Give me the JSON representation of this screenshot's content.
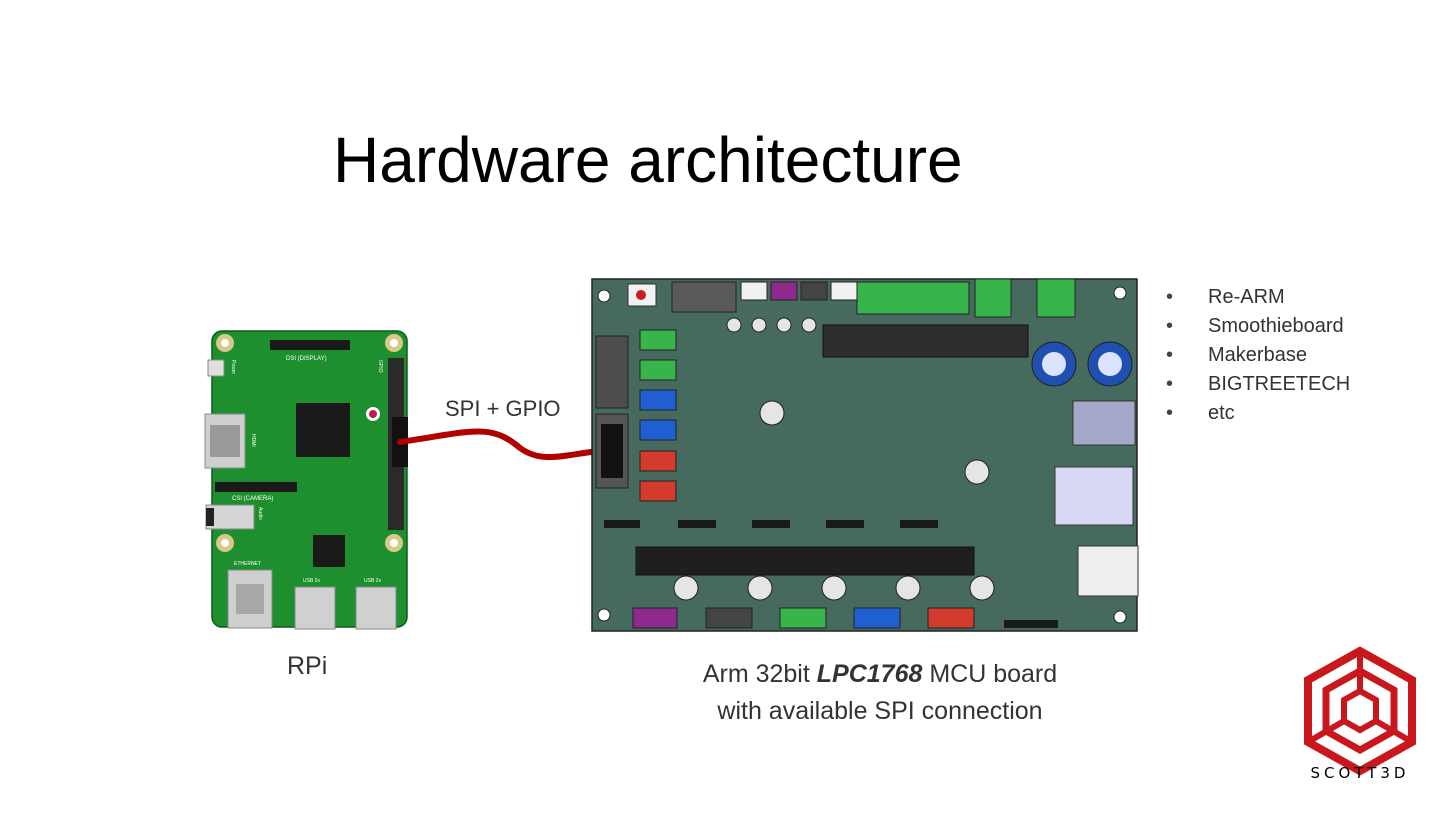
{
  "slide": {
    "title": "Hardware architecture"
  },
  "rpi": {
    "caption": "RPi",
    "silk_dsi": "DSI (DISPLAY)",
    "silk_csi": "CSI (CAMERA)",
    "silk_hdmi": "HDMI",
    "silk_audio": "Audio",
    "silk_power": "Power",
    "silk_ethernet": "ETHERNET",
    "silk_usb1": "USB 2x",
    "silk_usb2": "USB 2x",
    "silk_gpio": "GPIO",
    "colors": {
      "pcb": "#1e8f2e",
      "chip": "#1a1a1a",
      "mount": "#d8c88a"
    }
  },
  "link": {
    "label": "SPI + GPIO",
    "cable_color": "#b00000"
  },
  "mcu": {
    "caption_prefix": "Arm 32bit ",
    "caption_chip": "LPC1768",
    "caption_suffix": " MCU board",
    "caption_line2": "with available SPI connection",
    "colors": {
      "pcb": "#466a5e",
      "green": "#38b54a",
      "blue": "#1f5fd1",
      "red": "#d43b2f",
      "purple": "#8e2a8e"
    }
  },
  "boards": [
    "Re-ARM",
    "Smoothieboard",
    "Makerbase",
    "BIGTREETECH",
    "etc"
  ],
  "logo": {
    "text": "SCOTT3D",
    "color": "#c8181e"
  }
}
